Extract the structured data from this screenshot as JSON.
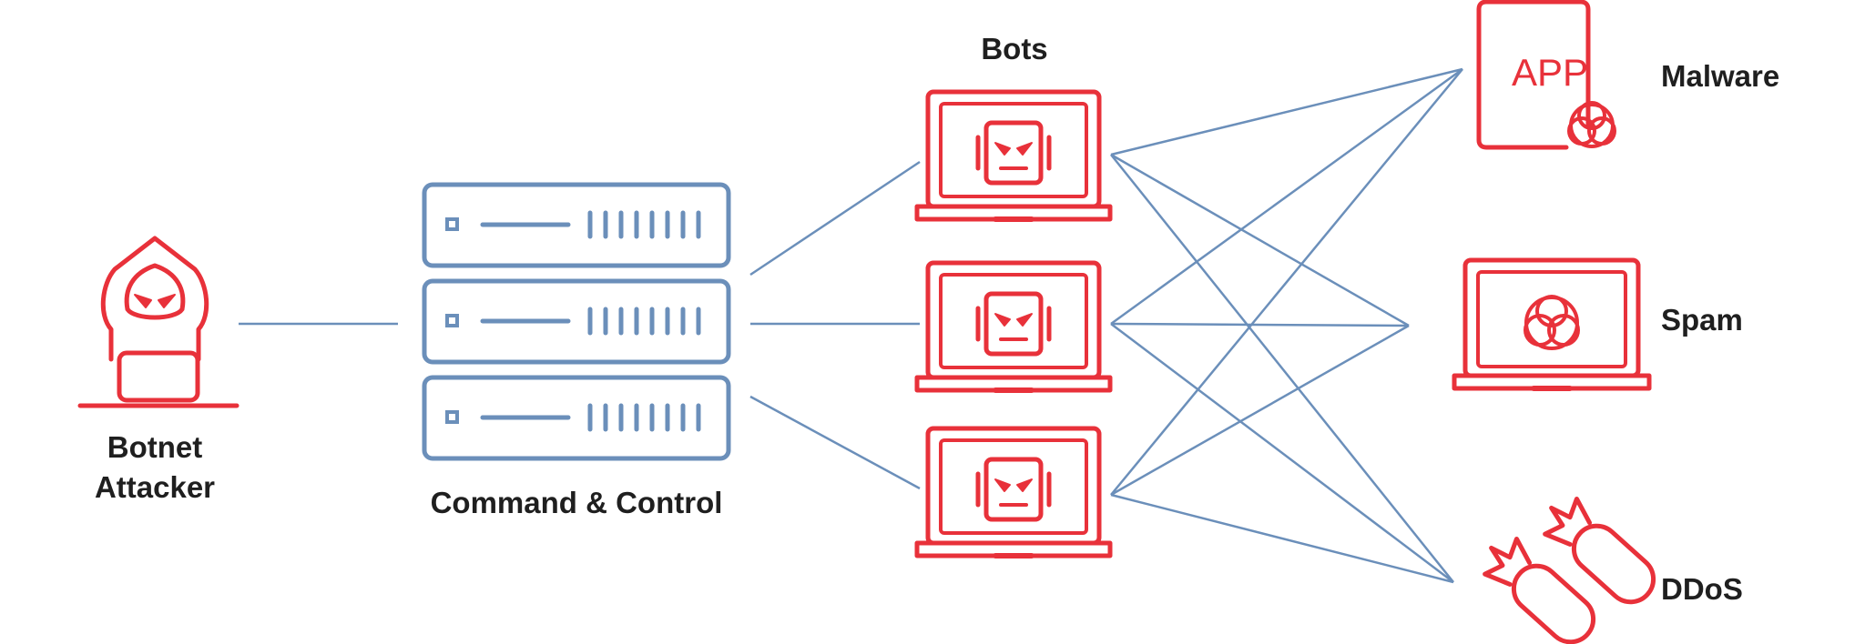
{
  "nodes": {
    "attacker": {
      "label_line1": "Botnet",
      "label_line2": "Attacker",
      "icon": "hooded-hacker-icon"
    },
    "command_control": {
      "label": "Command & Control",
      "icon": "server-rack-icon"
    },
    "bots": {
      "label": "Bots",
      "icon": "robot-laptop-icon",
      "count": 3
    },
    "malware": {
      "label": "Malware",
      "icon_text": "APP",
      "icon": "app-biohazard-icon"
    },
    "spam": {
      "label": "Spam",
      "icon": "laptop-biohazard-icon"
    },
    "ddos": {
      "label": "DDoS",
      "icon": "bombs-icon"
    }
  },
  "colors": {
    "accent_red": "#e8313a",
    "line_blue": "#6b8fba",
    "text": "#1f1f1f"
  }
}
